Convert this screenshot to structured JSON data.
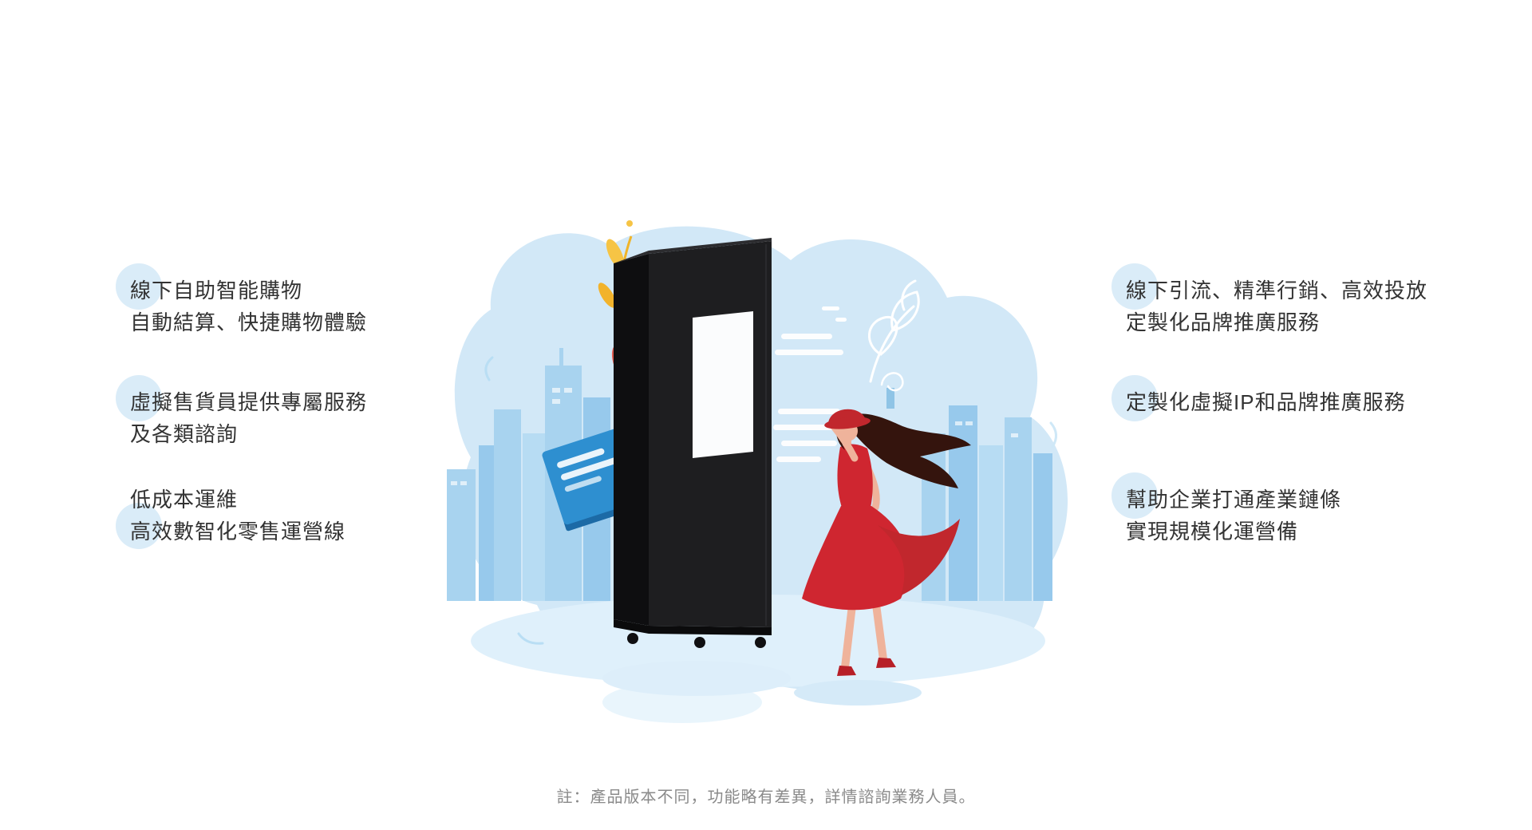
{
  "features": {
    "left": [
      {
        "lines": [
          "線下自助智能購物",
          "自動結算、快捷購物體驗"
        ]
      },
      {
        "lines": [
          "虛擬售貨員提供專屬服務",
          "及各類諮詢"
        ]
      },
      {
        "lines": [
          "低成本運維",
          "高效數智化零售運營線"
        ]
      }
    ],
    "right": [
      {
        "lines": [
          "線下引流、精準行銷、高效投放",
          "定製化品牌推廣服務"
        ]
      },
      {
        "lines": [
          "定製化虛擬IP和品牌推廣服務"
        ]
      },
      {
        "lines": [
          "幫助企業打通產業鏈條",
          "實現規模化運營備"
        ]
      }
    ]
  },
  "note": "註：產品版本不同，功能略有差異，詳情諮詢業務人員。",
  "illustration": {
    "subject": "smart-retail-vending-cabinet-with-woman-and-city-skyline",
    "colors": {
      "feature_text": "#333333",
      "note_text": "#8a8a8a",
      "highlight_blob": "#daecf8",
      "background_blob": "#d2e8f7",
      "skyline_blue": "#a8d3ef",
      "ground_blue": "#dff0fb",
      "machine_black": "#1e1e20",
      "screen_white": "#fbfcfd",
      "signboard_blue": "#2e8fd0",
      "accent_red": "#cf2630",
      "accent_yellow": "#f6c445",
      "skin": "#efb39b",
      "hair": "#34140d"
    }
  }
}
